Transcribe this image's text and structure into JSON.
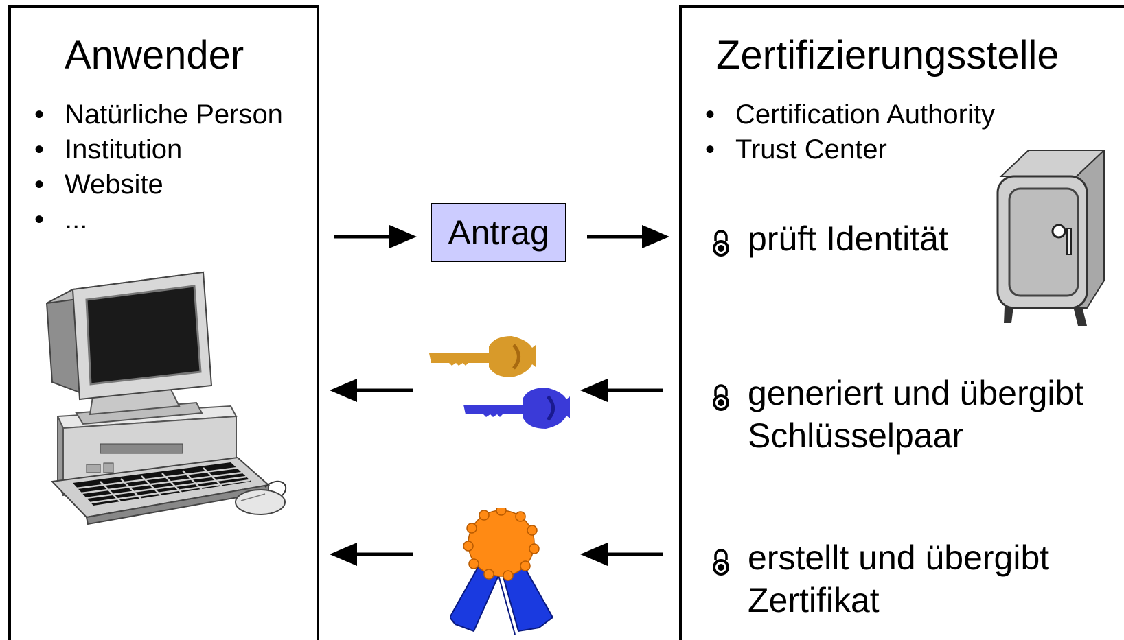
{
  "left": {
    "title": "Anwender",
    "bullets": [
      "Natürliche Person",
      "Institution",
      "Website",
      "..."
    ]
  },
  "right": {
    "title": "Zertifizierungsstelle",
    "bullets": [
      "Certification Authority",
      "Trust Center"
    ],
    "steps": [
      {
        "lines": [
          "prüft Identität"
        ]
      },
      {
        "lines": [
          "generiert und übergibt",
          "Schlüsselpaar"
        ]
      },
      {
        "lines": [
          "erstellt und übergibt",
          "Zertifikat"
        ]
      }
    ]
  },
  "middle": {
    "request_label": "Antrag"
  },
  "bullet_glyph": "•",
  "icons": {
    "computer": "computer-icon",
    "safe": "safe-icon",
    "keys": "key-pair-icon",
    "certificate": "award-ribbon-icon",
    "lock": "padlock-icon"
  },
  "colors": {
    "request_box": "#ccccff",
    "key_gold": "#d89a2a",
    "key_blue": "#3a3ad8",
    "rosette_orange": "#ff8a14",
    "ribbon_blue": "#1a3ae0"
  }
}
